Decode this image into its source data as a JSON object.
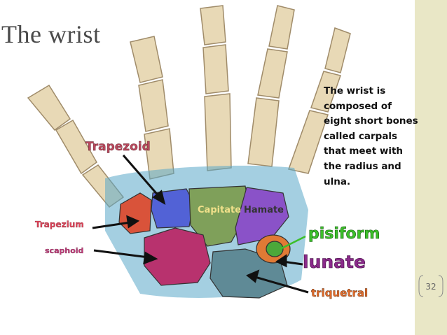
{
  "title": "The wrist",
  "description": "The wrist is composed of eight short bones called carpals that meet with the radius and ulna.",
  "labels": {
    "trapezoid": "Trapezoid",
    "trapezium": "Trapezium",
    "scaphoid": "scaphoid",
    "capitate": "Capitate",
    "hamate": "Hamate",
    "pisiform": "pisiform",
    "lunate": "lunate",
    "triquetral": "triquetral"
  },
  "page_number": "32",
  "colors": {
    "bone": "#e8d9b6",
    "sidebar": "#e9e7c6",
    "trapezium": "#d9533a",
    "trapezoid": "#5262d6",
    "capitate": "#7fa05a",
    "hamate": "#8a52c8",
    "scaphoid": "#b8326e",
    "lunate": "#5f8a96",
    "pisiform": "#4ba83a",
    "triquetral_ring": "#e07a35"
  }
}
